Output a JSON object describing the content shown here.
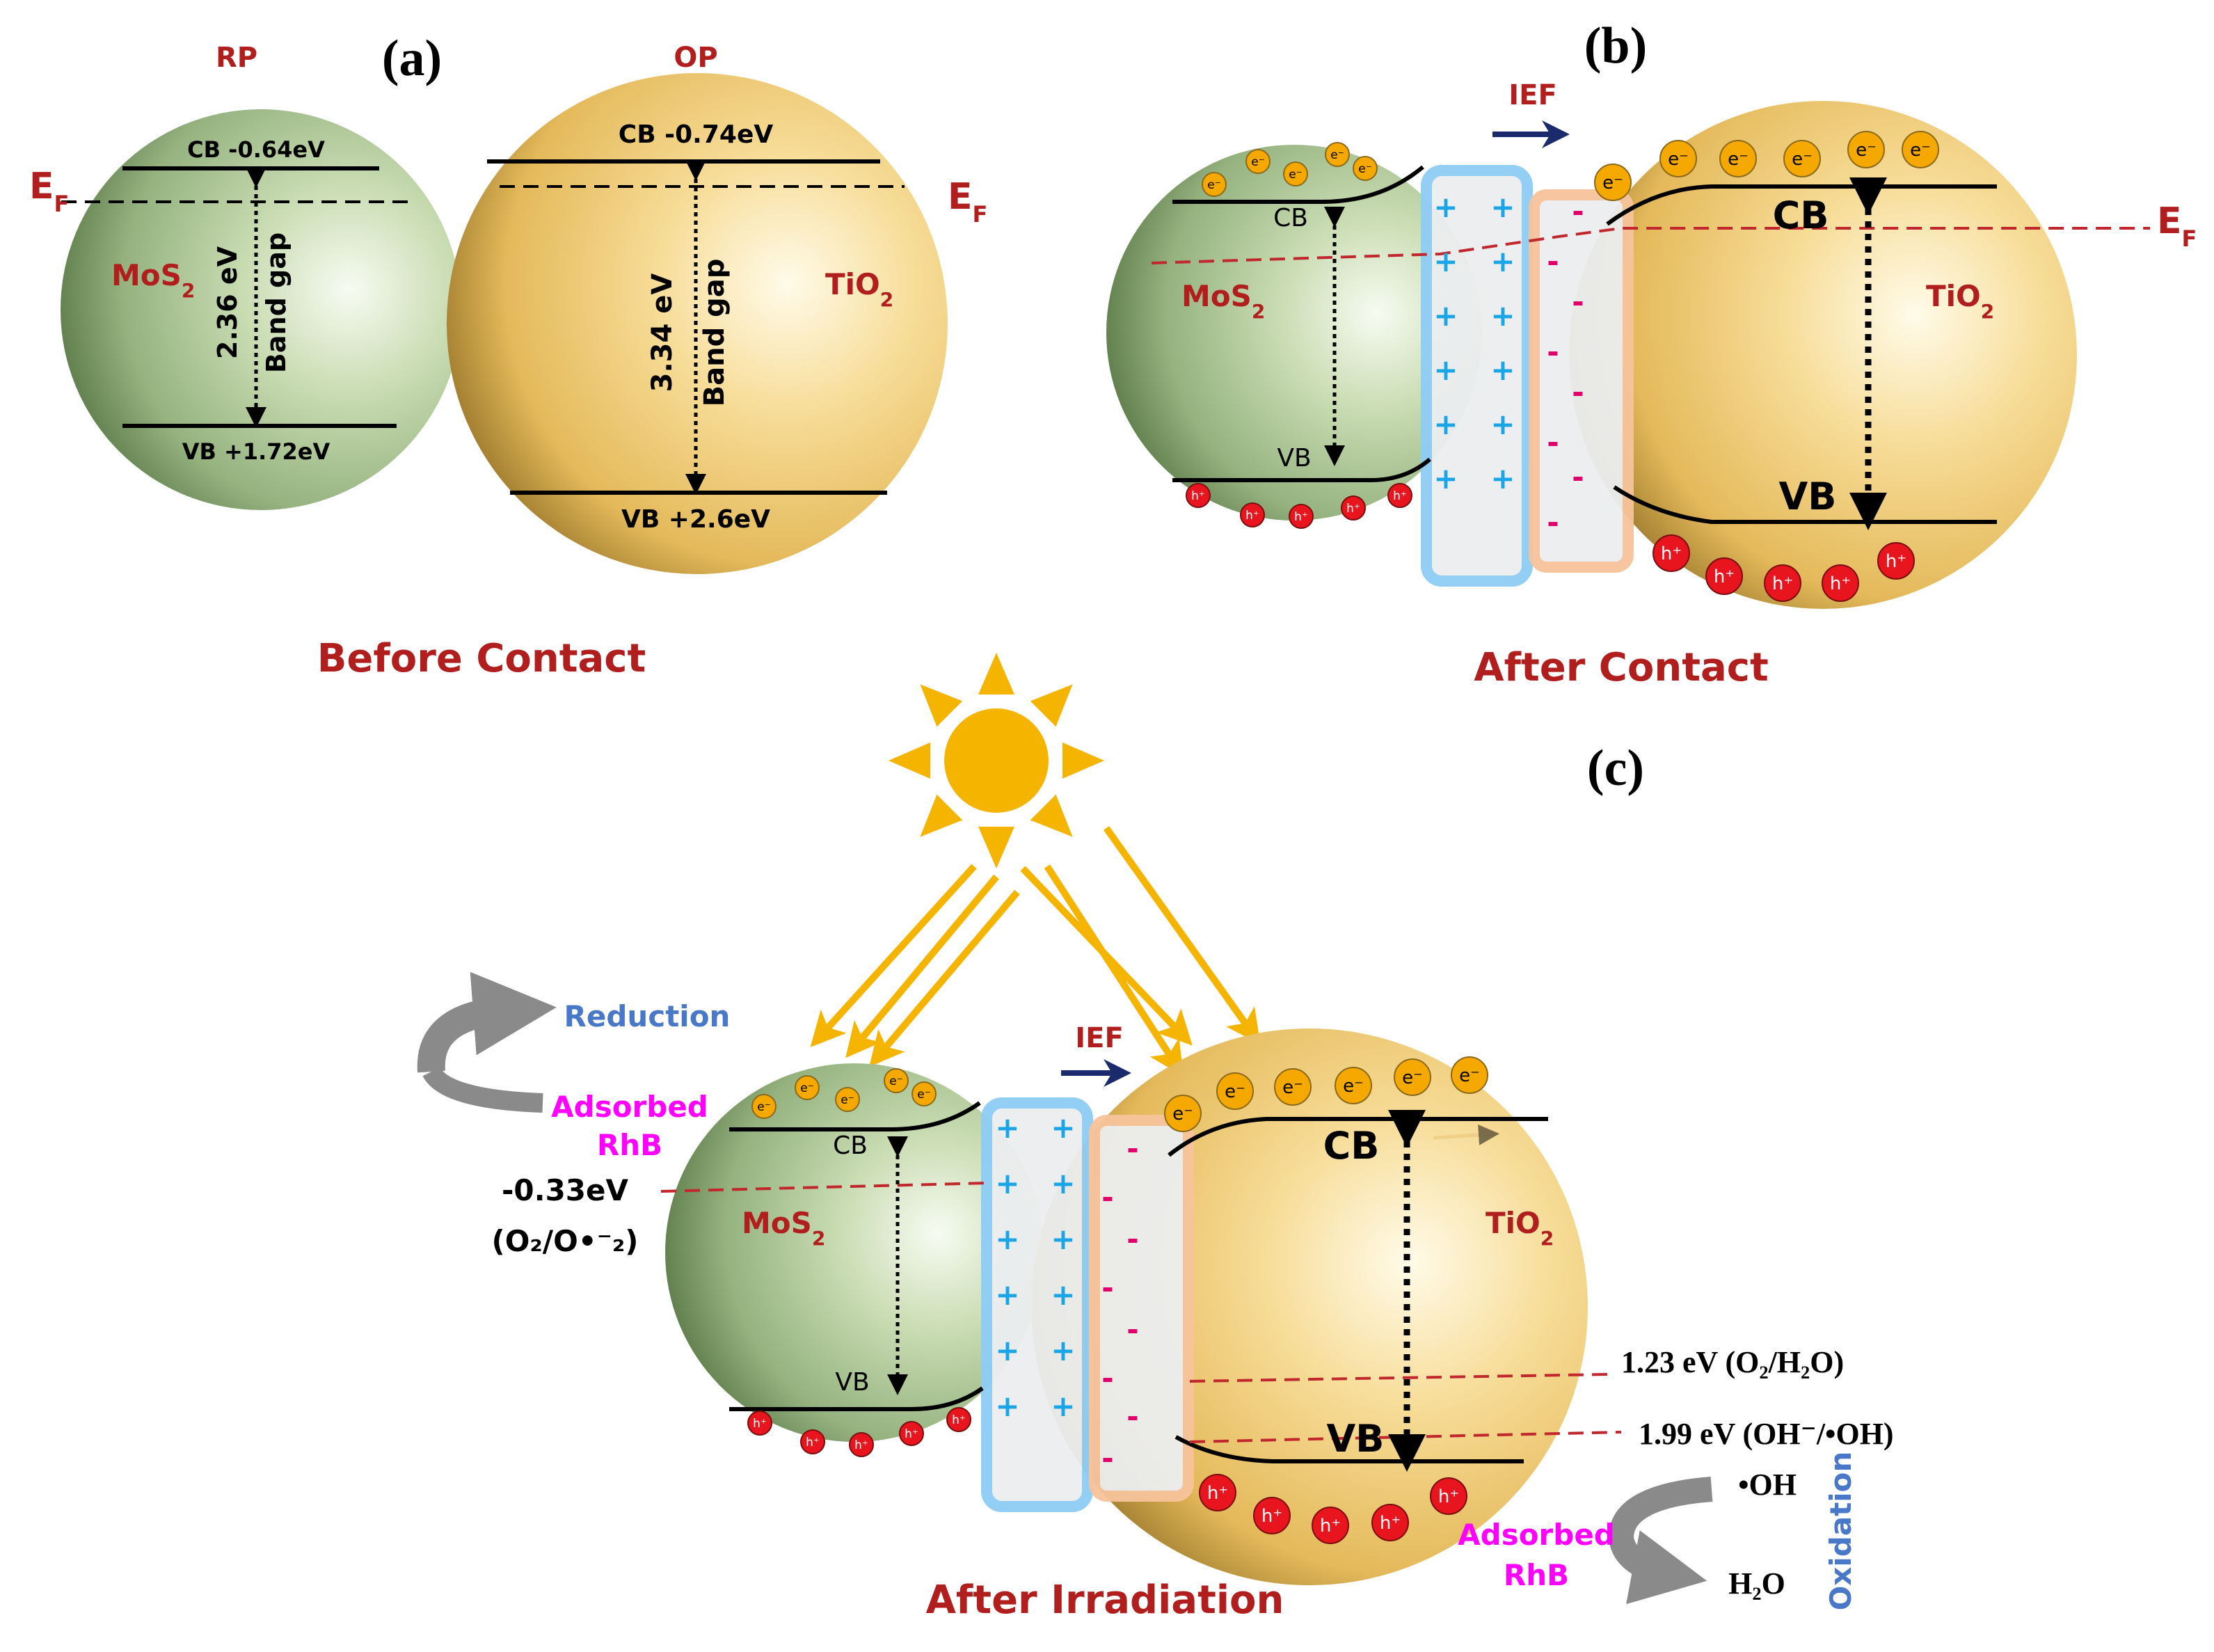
{
  "panels": {
    "a": {
      "label": "(a)",
      "caption": "Before Contact",
      "left": {
        "region": "RP",
        "name": "MoS",
        "sub": "2",
        "cb": "CB -0.64eV",
        "vb": "VB +1.72eV",
        "gap": "2.36 eV",
        "gap_label": "Band gap"
      },
      "right": {
        "region": "OP",
        "name": "TiO",
        "sub": "2",
        "cb": "CB  -0.74eV",
        "vb": "VB +2.6eV",
        "gap": "3.34 eV",
        "gap_label": "Band gap"
      },
      "ef": "E",
      "ef_sub": "F"
    },
    "b": {
      "label": "(b)",
      "caption": "After Contact",
      "ief": "IEF",
      "left": {
        "name": "MoS",
        "sub": "2",
        "cb": "CB",
        "vb": "VB"
      },
      "right": {
        "name": "TiO",
        "sub": "2",
        "cb": "CB",
        "vb": "VB"
      },
      "ef": "E",
      "ef_sub": "F"
    },
    "c": {
      "label": "(c)",
      "caption": "After Irradiation",
      "ief": "IEF",
      "left": {
        "name": "MoS",
        "sub": "2",
        "cb": "CB",
        "vb": "VB"
      },
      "right": {
        "name": "TiO",
        "sub": "2",
        "cb": "CB",
        "vb": "VB"
      },
      "reduction": "Reduction",
      "oxidation": "Oxidation",
      "adsorbed": "Adsorbed",
      "rhb": "RhB",
      "potential_left": "-0.33eV",
      "couple_left": "(O₂/O•⁻₂)",
      "potential_1": "1.23 eV (O₂/H₂O)",
      "potential_2": "1.99 eV (OH⁻/•OH)",
      "oh_radical": "•OH",
      "water": "H₂O"
    }
  },
  "carriers": {
    "electron": "e⁻",
    "hole": "h⁺",
    "plus": "+",
    "minus": "-"
  },
  "colors": {
    "dark_red": "#b01e1e",
    "blue": "#1f5fb0",
    "magenta": "#ff00ff",
    "sun": "#f5b400",
    "plus": "#1aa6e6",
    "minus": "#e0006a",
    "navy": "#1a2a6c"
  }
}
